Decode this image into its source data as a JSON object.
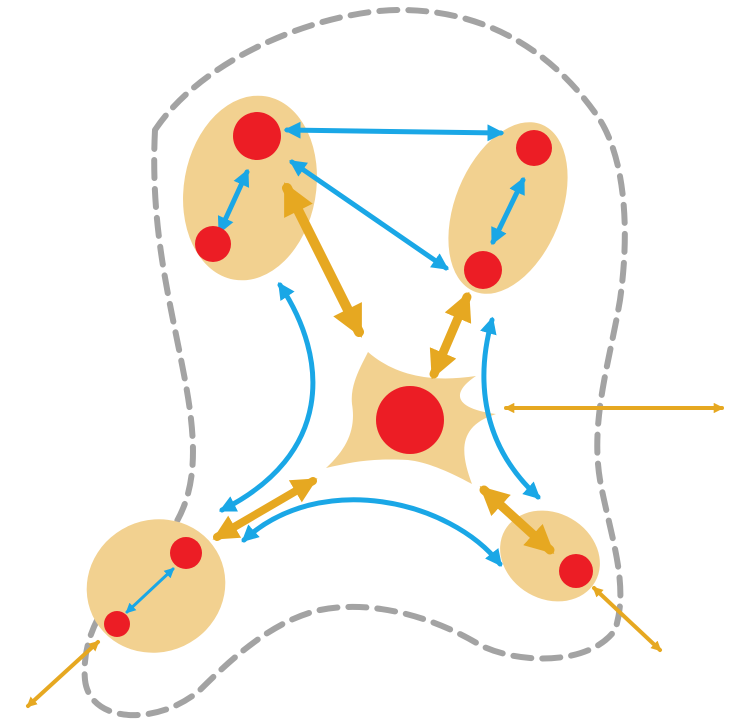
{
  "colors": {
    "background": "#ffffff",
    "boundary": "#a3a3a3",
    "cluster_fill": "#f2d190",
    "node": "#ec1d25",
    "blue_arrow": "#1aa7e6",
    "orange_arrow": "#e6a821"
  },
  "diagram": {
    "boundary_style": "dashed",
    "node_clusters": 4,
    "central_hub": 1,
    "external_links": 3
  }
}
